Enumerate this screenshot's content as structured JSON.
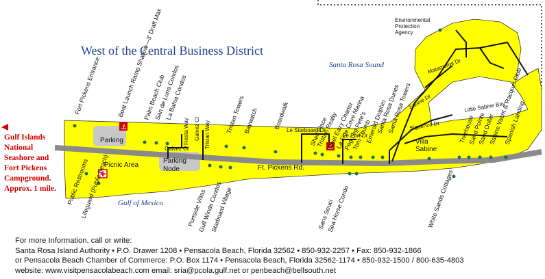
{
  "title": "West of the Central Business District",
  "water": {
    "sound": "Santa Rosa Sound",
    "gulf": "Gulf of Mexico"
  },
  "west_note": {
    "lines": [
      "Gulf Islands",
      "National",
      "Seashore and",
      "Fort Pickens",
      "Campground.",
      "Approx. 1 mile."
    ]
  },
  "roads": {
    "main": "Ft. Pickens Rd.",
    "le_starboard": "Le Starboard Dr",
    "le_port": "Le Port Dr",
    "galvez_ct": "Galvez Ct",
    "fiesta_way": "Fiesta Way",
    "galvez_ct_2": "Galvez Ct",
    "tristan_way": "Tristan Way",
    "matamoros": "Matamoros Dr",
    "sabine": "Sabine Dr",
    "siguenza": "Siguenza Dr",
    "little_sabine_bay": "Little Sabine Bay"
  },
  "places": {
    "parking": "Parking",
    "parking_node": "Parking Node",
    "picnic": "Picnic Area",
    "villa_sabine": "Villa Sabine",
    "epa": "Environmental Protection Agency"
  },
  "labels_north": [
    "Fort Pickens Entrance",
    "Boat Launch Ramp Shallow—3' Draft Max",
    "Palm Beach Club",
    "San de Luna Condos",
    "La Bahia Condos",
    "Tristan Towers",
    "Baywatch",
    "Boardwalk",
    "Shell Place",
    "Tristan Realty",
    "Reel Eazy Charter",
    "La Fitte Cove Marina",
    "Peg Leg Pete's",
    "Tom Thumb",
    "Emerald Dolphin",
    "Santa Rosa Dunes",
    "Santa Rosa Towers",
    "Treehouse",
    "Sand Pointe",
    "Sand Dollar",
    "Sabine Yacht & Racquet Club",
    "Spanish Landing"
  ],
  "labels_south": [
    "Public Restrooms",
    "Lifeguard (Public Beach)",
    "Portside Villas",
    "Gulf Winds Condos",
    "Starboard Village",
    "Sans Souci",
    "Sea Horse Condo",
    "White Sands Cottages"
  ],
  "footer": {
    "line1": "For more Information, call or write:",
    "line2": "Santa Rosa Island Authority •  P.O. Drawer 1208 • Pensacola Beach, Florida 32562 • 850-932-2257 • Fax: 850-932-1866",
    "line3": "or  Pensacola Beach Chamber of Commerce: P.O. Box 1174 • Pensacola Beach, Florida 32562-1174 • 850-932-1500 / 800-635-4803",
    "line4": "website: www.visitpensacolabeach.com     email: sria@pcola.gulf.net  or  penbeach@bellsouth.net"
  },
  "colors": {
    "land": "#ffff00",
    "road": "#8a8a8a",
    "parking": "#c8c8c8",
    "title_blue": "#1b3f8f",
    "red": "#d40000"
  }
}
